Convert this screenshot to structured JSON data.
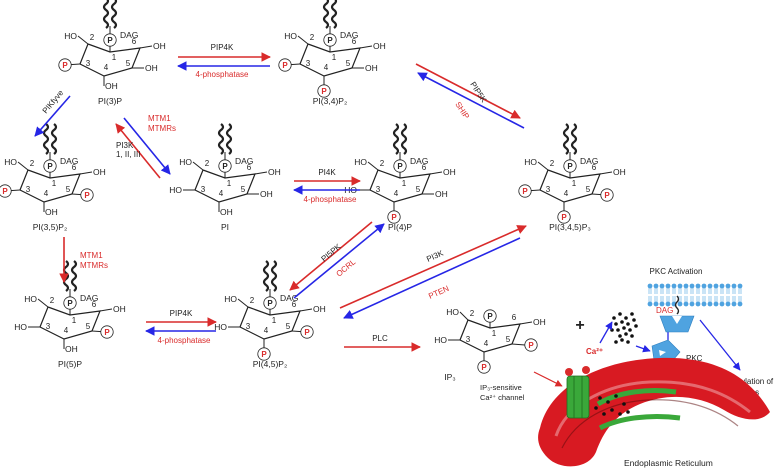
{
  "colors": {
    "red": "#d92b2b",
    "blue": "#2626e6",
    "dark": "#222222",
    "er": "#d81a22",
    "channel": "#3aa83a",
    "pkc": "#4fa3e0"
  },
  "labels": {
    "dag": "DAG",
    "p": "P",
    "oh": "OH",
    "ho": "HO"
  },
  "molecules": {
    "pi3p": "PI(3)P",
    "pi34p2": "PI(3,4)P₂",
    "pi35p2": "PI(3,5)P₂",
    "pi": "PI",
    "pi4p": "PI(4)P",
    "pi345p3": "PI(3,4,5)P₃",
    "pi5p": "PI(5)P",
    "pi45p2": "PI(4,5)P₂",
    "ip3": "IP₃"
  },
  "enzymes": {
    "pip4k_top": "PIP4K",
    "phosphatase_top": "4-phosphatase",
    "pikfyve": "PIKfyve",
    "mtm1_a": "MTM1",
    "mtmrs_a": "MTMRs",
    "pi3k_a": "PI3K",
    "pi3k_classes": "1, II, III",
    "pi4k": "PI4K",
    "phosphatase_mid": "4-phosphatase",
    "pip5k": "PIP5K",
    "ship": "SHIP",
    "mtm1_b": "MTM1",
    "mtmrs_b": "MTMRs",
    "pi5pk": "PI5PK",
    "ocrl": "OCRL",
    "pi3k_b": "PI3K",
    "pten": "PTEN",
    "pip4k_bottom": "PIP4K",
    "phosphatase_bottom": "4-phosphatase",
    "plc": "PLC"
  },
  "signaling": {
    "plus": "+",
    "ca": "Ca²⁺",
    "pkc_activation": "PKC Activation",
    "dag": "DAG",
    "pkc": "PKC",
    "phospho_line1": "Phosphorylation of",
    "phospho_line2": "Substrates",
    "channel_line1": "IP₃-sensitive",
    "channel_line2": "Ca²⁺ channel",
    "er": "Endoplasmic Reticulum"
  }
}
